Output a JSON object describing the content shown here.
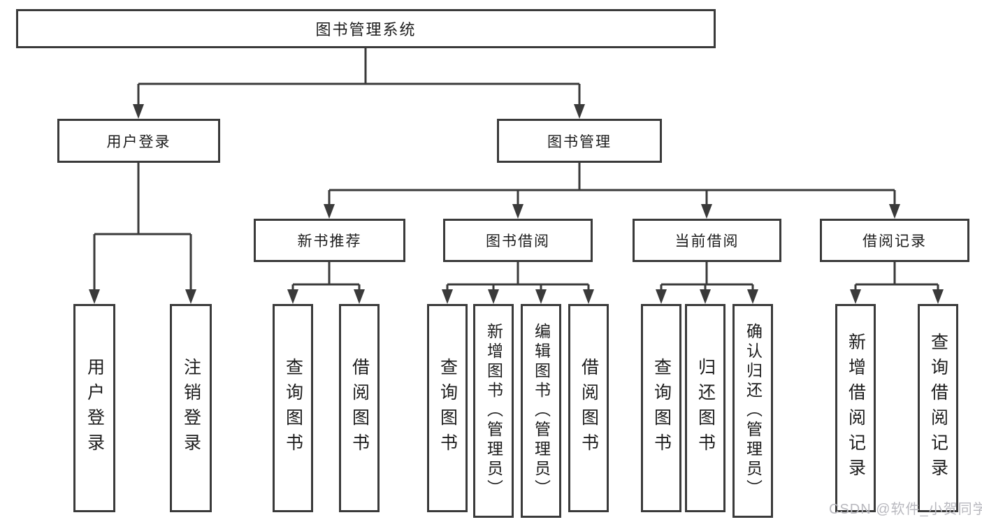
{
  "diagram": {
    "root": {
      "label": "图书管理系统"
    },
    "level2": [
      {
        "id": "user-login",
        "label": "用户登录"
      },
      {
        "id": "book-management",
        "label": "图书管理"
      }
    ],
    "level3": [
      {
        "id": "new-book-recommend",
        "label": "新书推荐"
      },
      {
        "id": "book-borrowing",
        "label": "图书借阅"
      },
      {
        "id": "current-borrowing",
        "label": "当前借阅"
      },
      {
        "id": "borrowing-records",
        "label": "借阅记录"
      }
    ],
    "leaves": [
      {
        "label": "用户登录"
      },
      {
        "label": "注销登录"
      },
      {
        "label": "查询图书"
      },
      {
        "label": "借阅图书"
      },
      {
        "label": "查询图书"
      },
      {
        "label": "新增图书（管理员）"
      },
      {
        "label": "编辑图书（管理员）"
      },
      {
        "label": "借阅图书"
      },
      {
        "label": "查询图书"
      },
      {
        "label": "归还图书"
      },
      {
        "label": "确认归还（管理员）"
      },
      {
        "label": "新增借阅记录"
      },
      {
        "label": "查询借阅记录"
      }
    ],
    "watermark": "CSDN @软件_小贺同学",
    "colors": {
      "line": "#3a3a3a",
      "text": "#1c1c1c",
      "watermark": "#b9b9bf",
      "background": "#ffffff"
    }
  }
}
